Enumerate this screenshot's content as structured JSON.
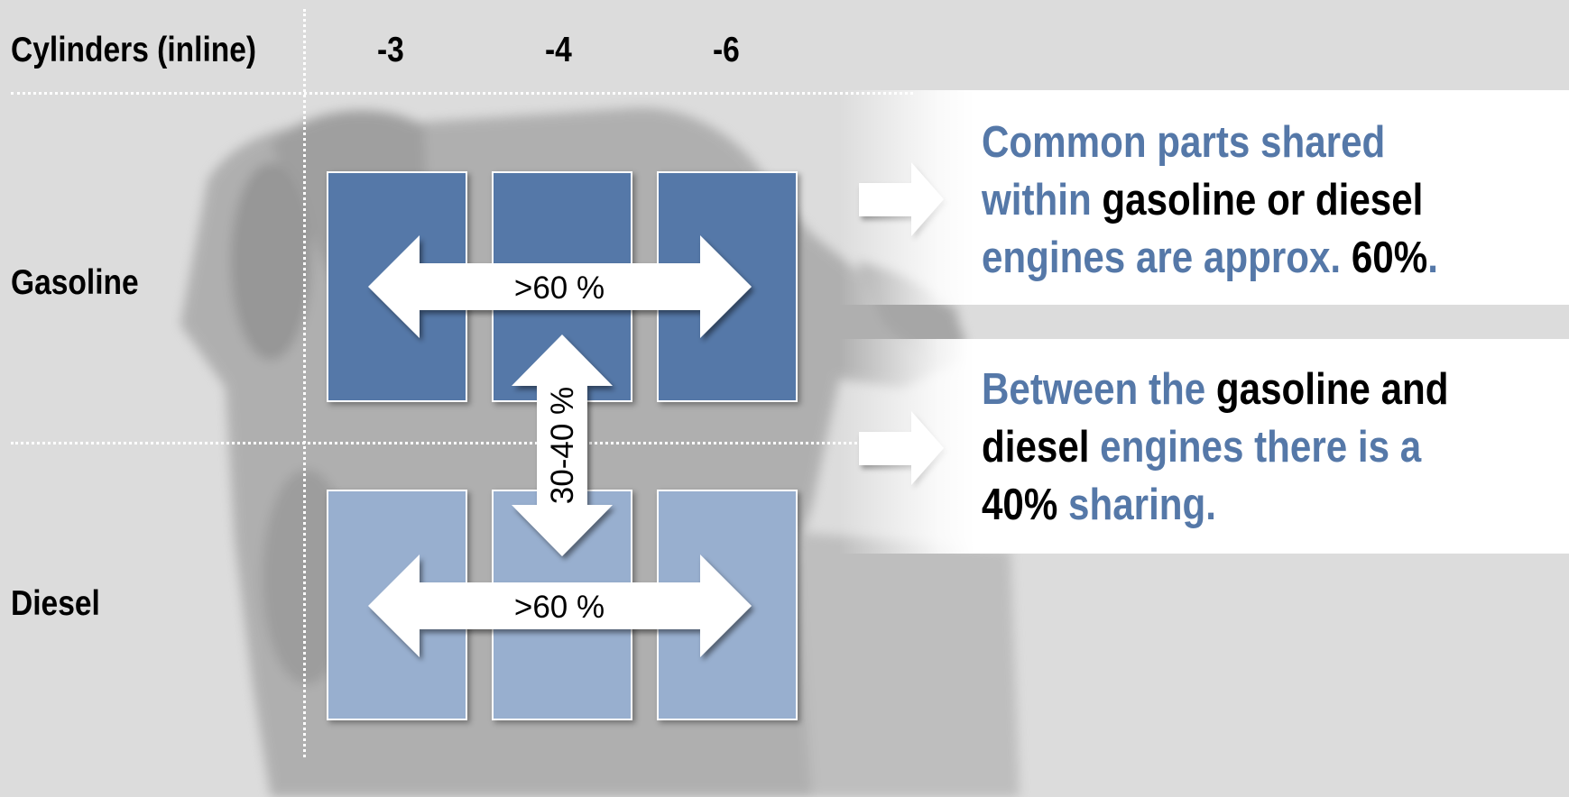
{
  "header": {
    "row_label": "Cylinders (inline)",
    "columns": [
      "-3",
      "-4",
      "-6"
    ]
  },
  "rows": [
    "Gasoline",
    "Diesel"
  ],
  "arrows": {
    "gasoline_share": ">60 %",
    "diesel_share": ">60 %",
    "cross_share": "30-40 %"
  },
  "callouts": [
    {
      "id": "common-parts",
      "segments": [
        {
          "text": "Common parts shared within ",
          "style": "blue"
        },
        {
          "text": "gasoline or diesel",
          "style": "black"
        },
        {
          "text": " engines are approx. ",
          "style": "blue"
        },
        {
          "text": "60%",
          "style": "black"
        },
        {
          "text": ".",
          "style": "blue"
        }
      ]
    },
    {
      "id": "between-sharing",
      "segments": [
        {
          "text": "Between the ",
          "style": "blue"
        },
        {
          "text": "gasoline and diesel",
          "style": "black"
        },
        {
          "text": " engines there is a ",
          "style": "blue"
        },
        {
          "text": "40%",
          "style": "black"
        },
        {
          "text": " sharing.",
          "style": "blue"
        }
      ]
    }
  ],
  "colors": {
    "gasoline": "#5578a8",
    "diesel": "#98afcf",
    "accent_text": "#5578a8",
    "background": "#dcdcdc"
  }
}
